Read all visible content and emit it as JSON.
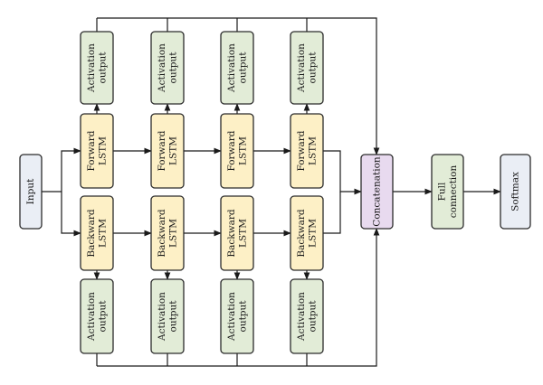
{
  "diagram": {
    "input": {
      "label": "Input",
      "fill": "#eaeef5"
    },
    "forward_lstm": {
      "lines": [
        "Forward",
        "LSTM"
      ],
      "fill": "#fdf0c6"
    },
    "backward_lstm": {
      "lines": [
        "Backward",
        "LSTM"
      ],
      "fill": "#fdf0c6"
    },
    "activation_output": {
      "lines": [
        "Activation",
        "output"
      ],
      "fill": "#e2ecd7"
    },
    "concatenation": {
      "label": "Concatenation",
      "fill": "#e8daef"
    },
    "full_connection": {
      "lines": [
        "Full",
        "connection"
      ],
      "fill": "#e2ecd7"
    },
    "softmax": {
      "label": "Softmax",
      "fill": "#eaeef5"
    },
    "timesteps": 4,
    "line_color": "#1a1a1a"
  }
}
